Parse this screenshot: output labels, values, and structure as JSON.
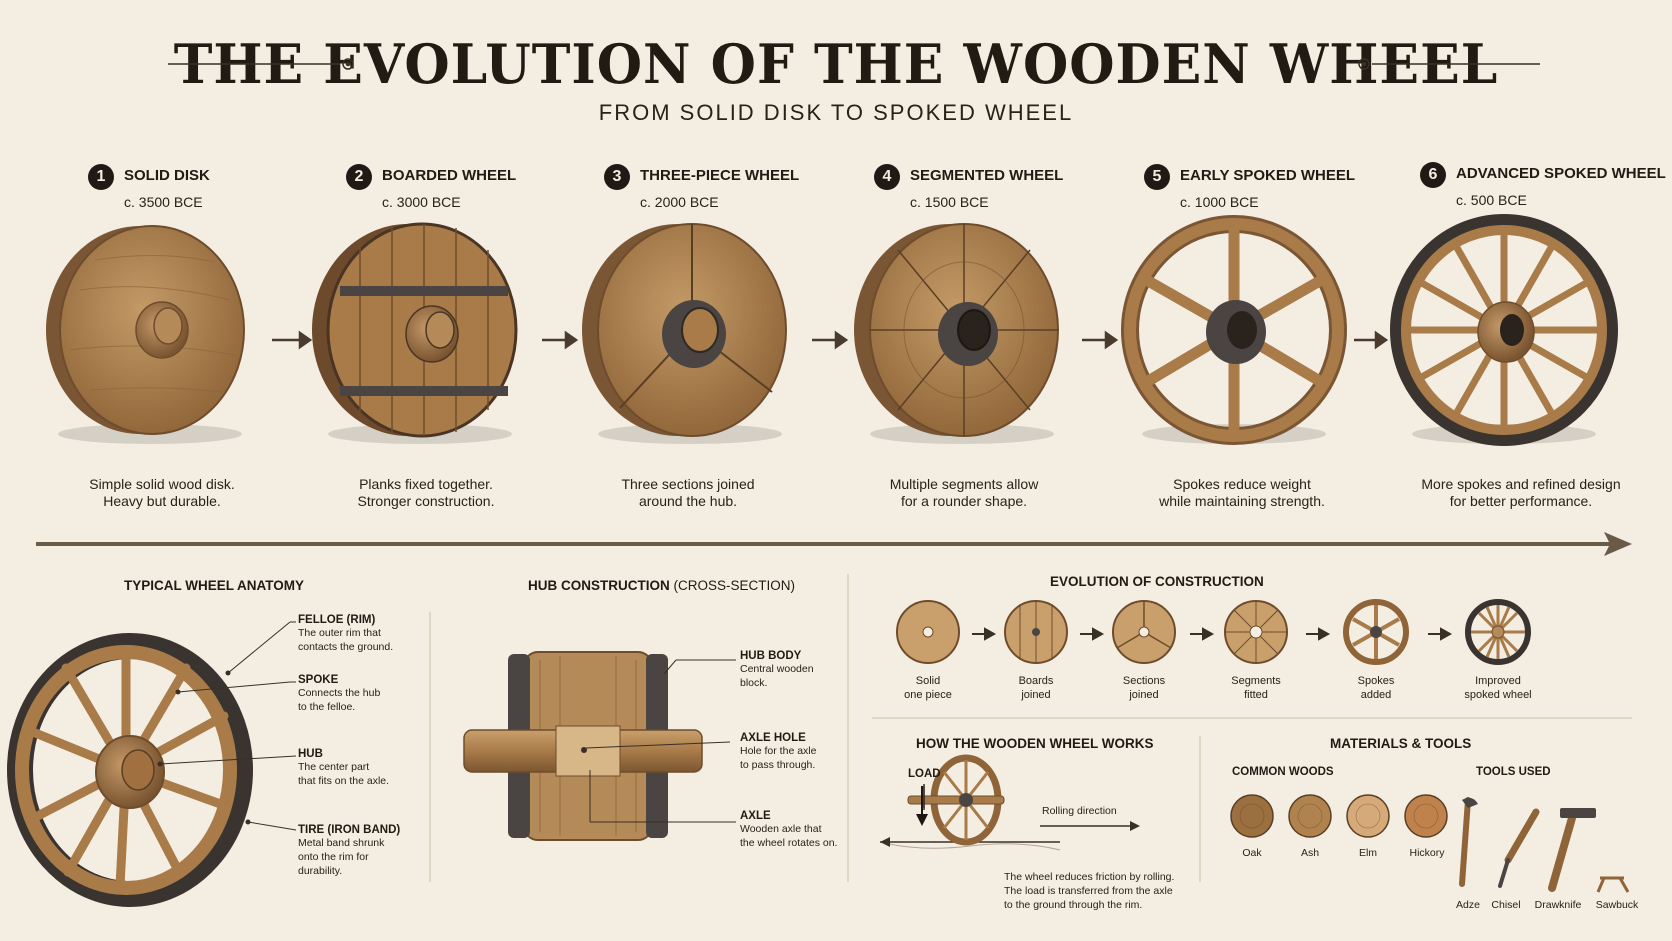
{
  "header": {
    "title": "THE EVOLUTION OF THE WOODEN WHEEL",
    "subtitle": "FROM SOLID DISK TO SPOKED WHEEL"
  },
  "stages": [
    {
      "num": "1",
      "name": "SOLID DISK",
      "date": "c. 3500 BCE",
      "desc1": "Simple solid wood disk.",
      "desc2": "Heavy but durable."
    },
    {
      "num": "2",
      "name": "BOARDED WHEEL",
      "date": "c. 3000 BCE",
      "desc1": "Planks fixed together.",
      "desc2": "Stronger construction."
    },
    {
      "num": "3",
      "name": "THREE-PIECE WHEEL",
      "date": "c. 2000 BCE",
      "desc1": "Three sections joined",
      "desc2": "around the hub."
    },
    {
      "num": "4",
      "name": "SEGMENTED WHEEL",
      "date": "c. 1500 BCE",
      "desc1": "Multiple segments allow",
      "desc2": "for a rounder shape."
    },
    {
      "num": "5",
      "name": "EARLY SPOKED WHEEL",
      "date": "c. 1000 BCE",
      "desc1": "Spokes reduce weight",
      "desc2": "while maintaining strength."
    },
    {
      "num": "6",
      "name": "ADVANCED SPOKED WHEEL",
      "date": "c. 500 BCE",
      "desc1": "More spokes and refined design",
      "desc2": "for better performance."
    }
  ],
  "anatomy": {
    "title": "TYPICAL WHEEL ANATOMY",
    "labels": [
      {
        "head": "FELLOE (RIM)",
        "text1": "The outer rim that",
        "text2": "contacts the ground.",
        "text3": "",
        "text4": ""
      },
      {
        "head": "SPOKE",
        "text1": "Connects the hub",
        "text2": "to the felloe.",
        "text3": "",
        "text4": ""
      },
      {
        "head": "HUB",
        "text1": "The center part",
        "text2": "that fits on the axle.",
        "text3": "",
        "text4": ""
      },
      {
        "head": "TIRE (IRON BAND)",
        "text1": "Metal band shrunk",
        "text2": "onto the rim for",
        "text3": "durability.",
        "text4": ""
      }
    ]
  },
  "hub": {
    "title": "HUB CONSTRUCTION",
    "title_suffix": "(CROSS-SECTION)",
    "labels": [
      {
        "head": "HUB BODY",
        "text1": "Central wooden",
        "text2": "block."
      },
      {
        "head": "AXLE HOLE",
        "text1": "Hole for the axle",
        "text2": "to pass through."
      },
      {
        "head": "AXLE",
        "text1": "Wooden axle that",
        "text2": "the wheel rotates on."
      }
    ]
  },
  "construction": {
    "title": "EVOLUTION OF CONSTRUCTION",
    "steps": [
      {
        "line1": "Solid",
        "line2": "one piece"
      },
      {
        "line1": "Boards",
        "line2": "joined"
      },
      {
        "line1": "Sections",
        "line2": "joined"
      },
      {
        "line1": "Segments",
        "line2": "fitted"
      },
      {
        "line1": "Spokes",
        "line2": "added"
      },
      {
        "line1": "Improved",
        "line2": "spoked wheel"
      }
    ]
  },
  "works": {
    "title": "HOW THE WOODEN WHEEL WORKS",
    "load": "LOAD",
    "rolling": "Rolling direction",
    "note1": "The wheel reduces friction by rolling.",
    "note2": "The load is transferred from the axle",
    "note3": "to the ground through the rim."
  },
  "materials": {
    "title": "MATERIALS & TOOLS",
    "woods_title": "COMMON WOODS",
    "tools_title": "TOOLS USED",
    "woods": [
      {
        "name": "Oak",
        "color": "#9b6f3f"
      },
      {
        "name": "Ash",
        "color": "#b0834e"
      },
      {
        "name": "Elm",
        "color": "#d6aa78"
      },
      {
        "name": "Hickory",
        "color": "#bf824c"
      }
    ],
    "tools": [
      "Adze",
      "Chisel",
      "Drawknife",
      "Sawbuck"
    ]
  },
  "colors": {
    "background": "#f3ede2",
    "wood": "#a67a4a",
    "wood_dark": "#6e4c2c",
    "iron": "#4a4542"
  }
}
